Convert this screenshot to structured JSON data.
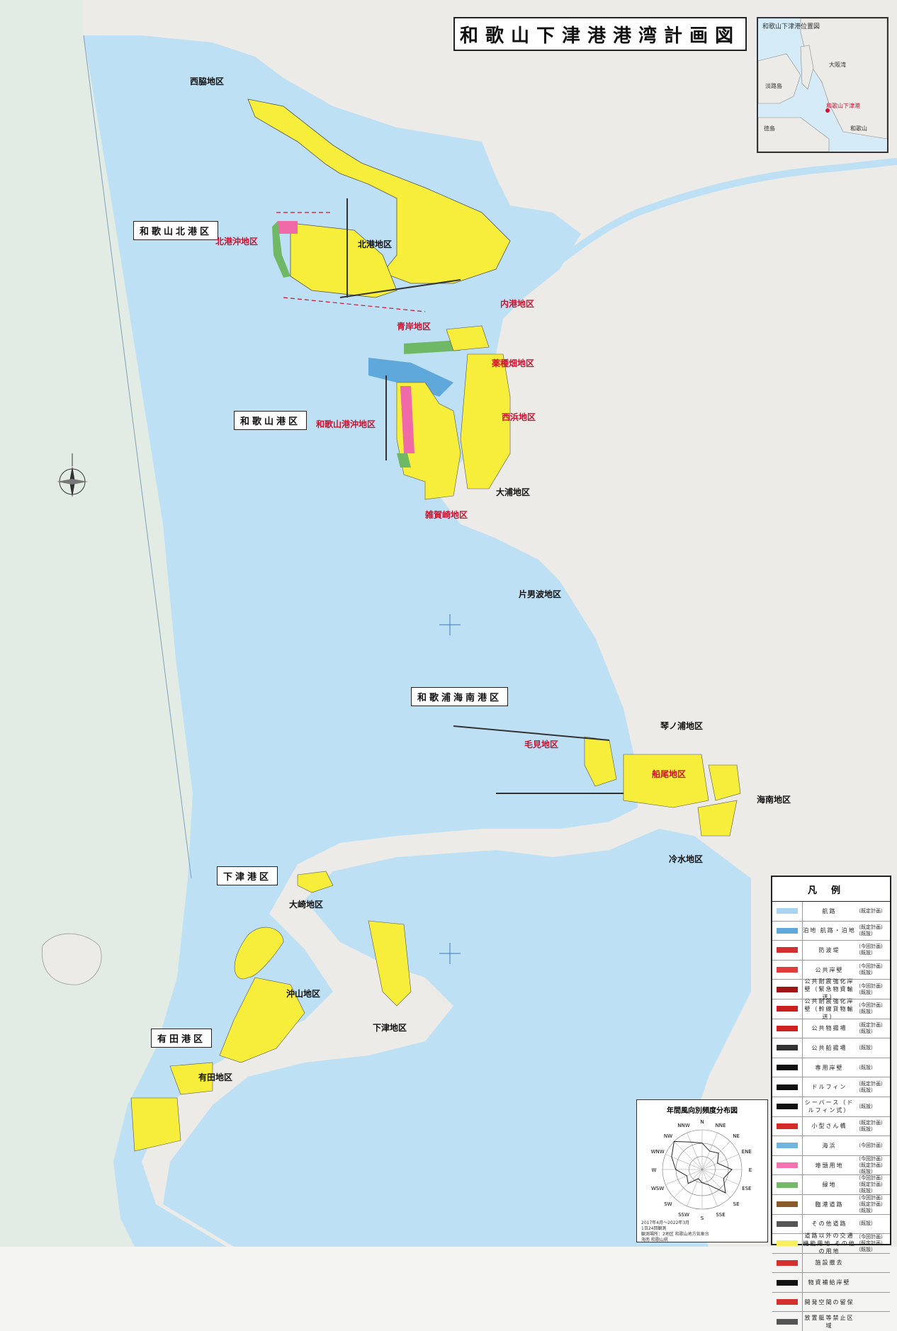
{
  "title": "和歌山下津港港湾計画図",
  "inset": {
    "title": "和歌山下津港位置図",
    "port_label": "和歌山下津港",
    "places": [
      "淡路島",
      "徳島",
      "大阪湾",
      "和歌山"
    ]
  },
  "ports": [
    {
      "id": "kita",
      "name": "和歌山北港区"
    },
    {
      "id": "wakayama",
      "name": "和歌山港区"
    },
    {
      "id": "uranan",
      "name": "和歌浦海南港区"
    },
    {
      "id": "shimotsu",
      "name": "下津港区"
    },
    {
      "id": "arida",
      "name": "有田港区"
    }
  ],
  "districts": {
    "black": [
      "西脇地区",
      "北港地区",
      "大浦地区",
      "片男波地区",
      "琴ノ浦地区",
      "海南地区",
      "冷水地区",
      "大崎地区",
      "沖山地区",
      "下津地区",
      "有田地区"
    ],
    "red": [
      "北港沖地区",
      "内港地区",
      "青岸地区",
      "薬種畑地区",
      "西浜地区",
      "和歌山港沖地区",
      "雑賀崎地区",
      "毛見地区",
      "船尾地区"
    ]
  },
  "legend": {
    "title": "凡例",
    "items": [
      {
        "name": "航路",
        "status": "（既定計画）",
        "swatch": "#a9d3ee"
      },
      {
        "name": "泊地 航路・泊地",
        "status": "（既定計画）（既設）",
        "swatch": "#5fa8dc"
      },
      {
        "name": "防波堤",
        "status": "（今回計画）（既設）",
        "swatch": "#d43030"
      },
      {
        "name": "公共岸壁",
        "status": "（今回計画）（既設）",
        "swatch": "#e23b3b"
      },
      {
        "name": "公共耐震強化岸壁（緊急物資輸送）",
        "status": "（今回計画）（既設）",
        "swatch": "#a01414"
      },
      {
        "name": "公共耐震強化岸壁（幹線貨物輸送）",
        "status": "（今回計画）（既設）",
        "swatch": "#c81e1e"
      },
      {
        "name": "公共物揚場",
        "status": "（既定計画）（既設）",
        "swatch": "#cc2222"
      },
      {
        "name": "公共船揚場",
        "status": "（既設）",
        "swatch": "#333333"
      },
      {
        "name": "専用岸壁",
        "status": "（既設）",
        "swatch": "#111111"
      },
      {
        "name": "ドルフィン",
        "status": "（既定計画）（既設）",
        "swatch": "#111111"
      },
      {
        "name": "シーバース（ドルフィン式）",
        "status": "（既設）",
        "swatch": "#111111"
      },
      {
        "name": "小型さん橋",
        "status": "（既定計画）（既設）",
        "swatch": "#d42a2a"
      },
      {
        "name": "海浜",
        "status": "（今回計画）",
        "swatch": "#6fb5e0"
      },
      {
        "name": "埠頭用地",
        "status": "（今回計画）（既定計画）（既設）",
        "swatch": "#f472b0"
      },
      {
        "name": "緑地",
        "status": "（今回計画）（既定計画）（既設）",
        "swatch": "#74b86a"
      },
      {
        "name": "臨港道路",
        "status": "（今回計画）（既定計画）（既設）",
        "swatch": "#8a5a2b"
      },
      {
        "name": "その他道路",
        "status": "（既設）",
        "swatch": "#555555"
      },
      {
        "name": "道路以外の交通機能用地 その他の用地",
        "status": "（今回計画）（既定計画）（既設）",
        "swatch": "#f8f060"
      },
      {
        "name": "施設撤去",
        "status": "",
        "swatch": "#d43030"
      },
      {
        "name": "物資補給岸壁",
        "status": "",
        "swatch": "#111111"
      },
      {
        "name": "開発空間の留保",
        "status": "",
        "swatch": "#d43030"
      },
      {
        "name": "放置艇等禁止区域",
        "status": "",
        "swatch": "#555555"
      }
    ]
  },
  "wind": {
    "title": "年間風向別頻度分布図",
    "directions": [
      "N",
      "NNE",
      "NE",
      "ENE",
      "E",
      "ESE",
      "SE",
      "SSE",
      "S",
      "SSW",
      "SW",
      "WSW",
      "W",
      "WNW",
      "NW",
      "NNW"
    ],
    "note": [
      "2017年4月～2022年3月",
      "1日24回観測",
      "観測場所：2地区 和歌山地方気象台",
      "海南 和歌山県"
    ],
    "frequencies": [
      8,
      6,
      7,
      5,
      9,
      7,
      10,
      5,
      4,
      3,
      6,
      5,
      8,
      10,
      12,
      9
    ]
  },
  "colors": {
    "sea": "#bde0f5",
    "land": "#ecebe7",
    "landDark": "#d8d8d4",
    "yellow": "#f6ee3a",
    "pink": "#f06aa8",
    "green": "#6fb866",
    "red": "#d0102c",
    "shallow": "#d5ecf8",
    "offshore": "#e8efe8"
  }
}
